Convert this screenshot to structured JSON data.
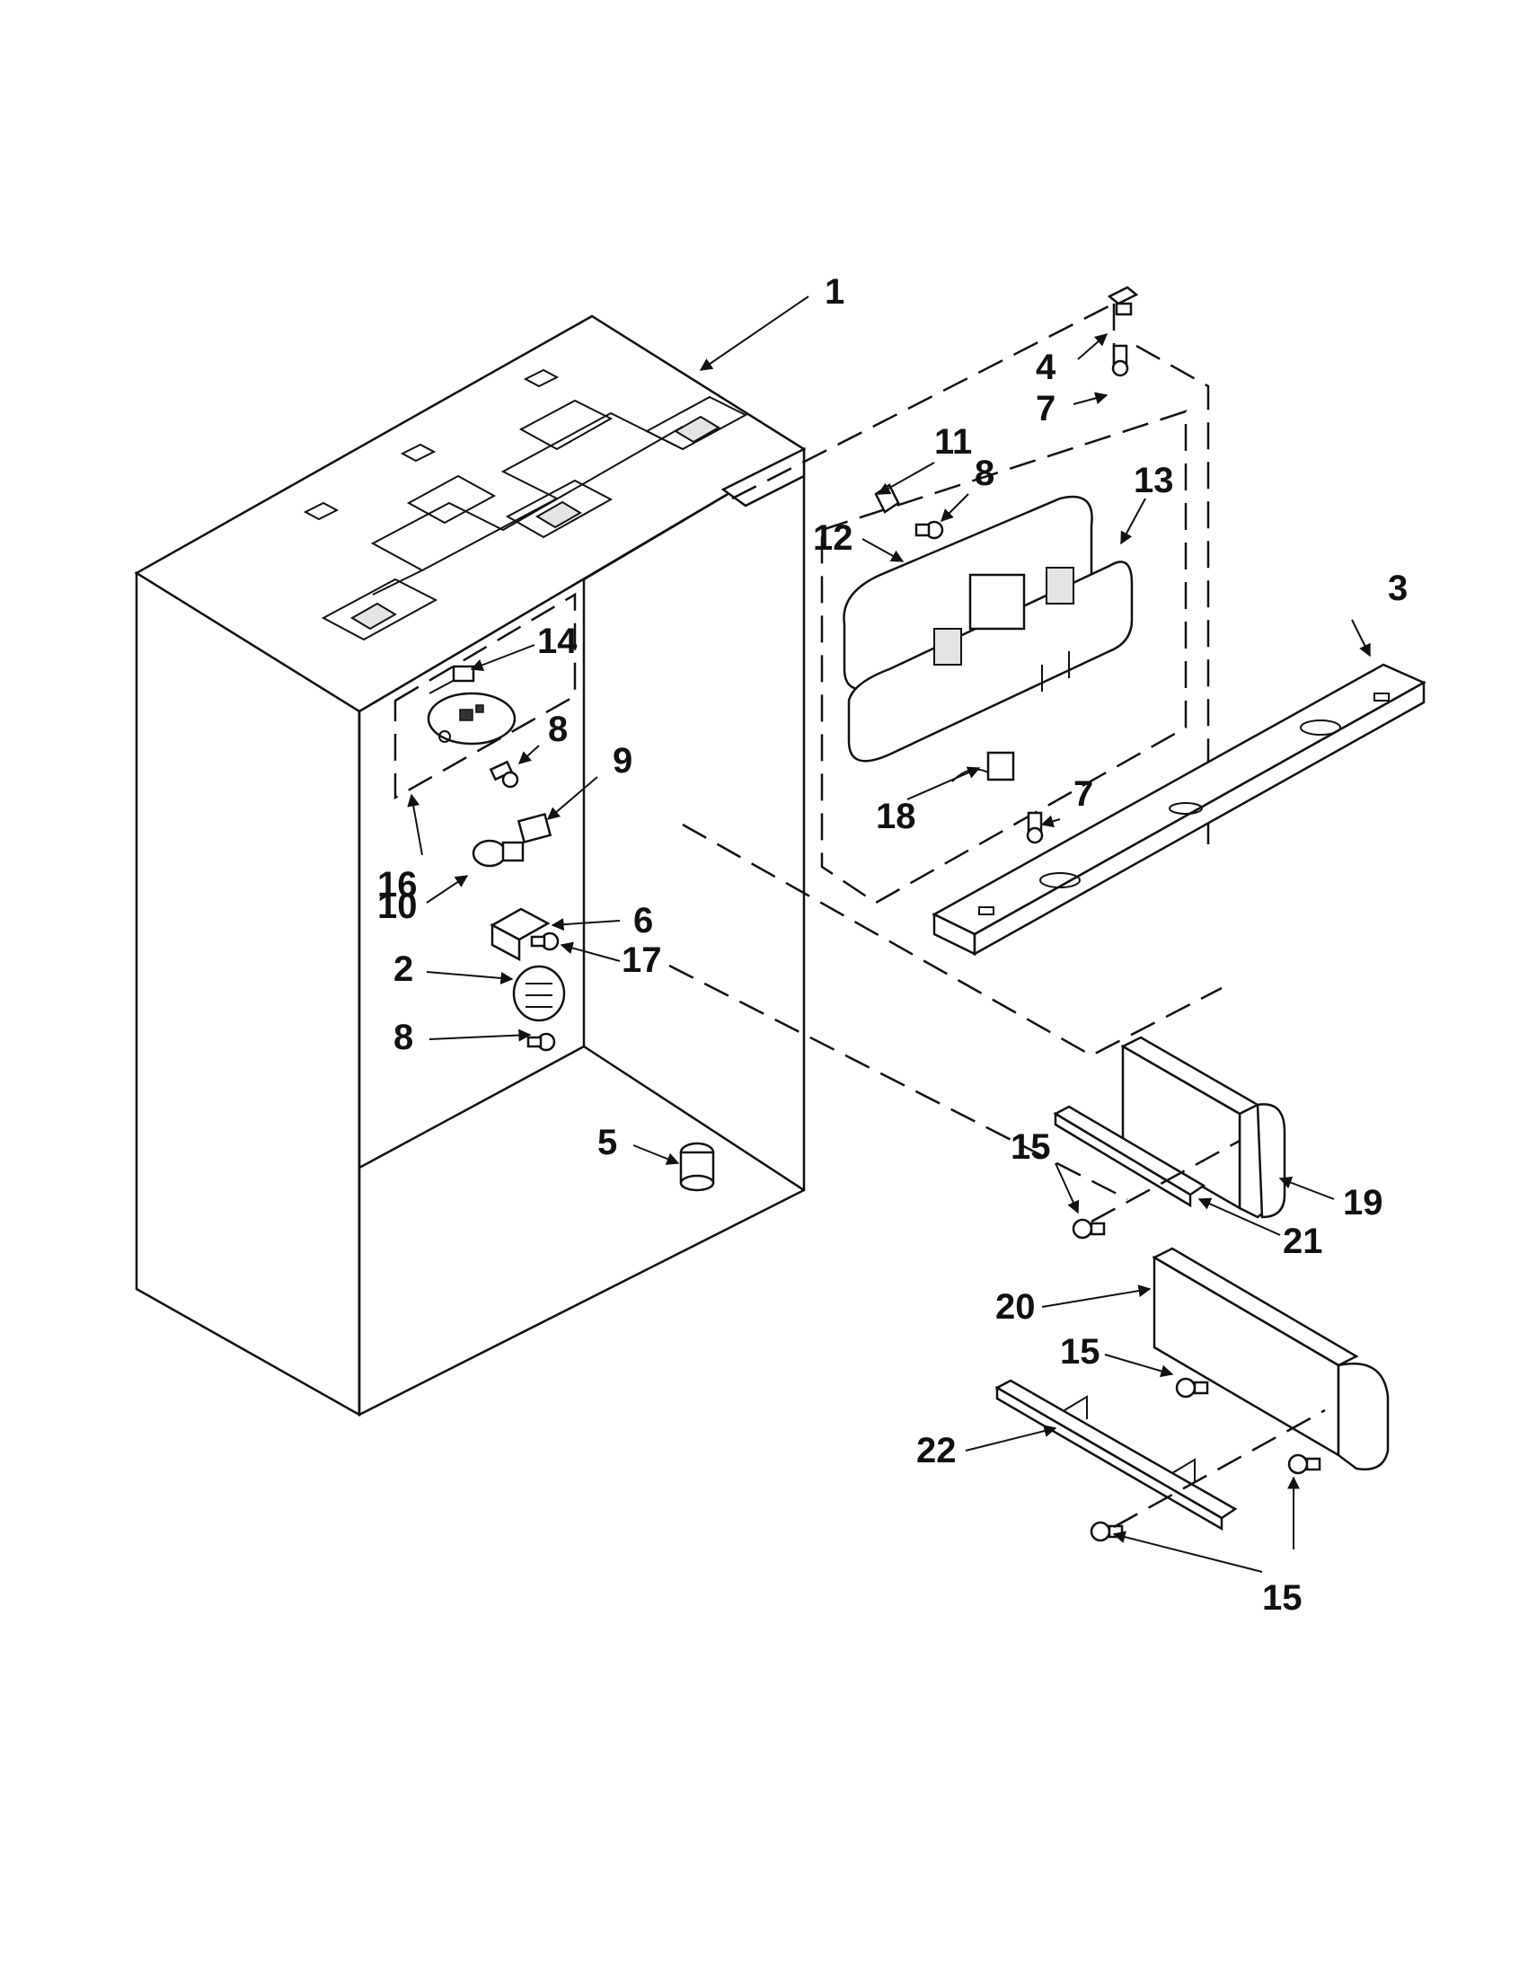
{
  "callouts": [
    {
      "id": "c1",
      "label": "1"
    },
    {
      "id": "c2",
      "label": "2"
    },
    {
      "id": "c3",
      "label": "3"
    },
    {
      "id": "c4",
      "label": "4"
    },
    {
      "id": "c5",
      "label": "5"
    },
    {
      "id": "c6",
      "label": "6"
    },
    {
      "id": "c7a",
      "label": "7"
    },
    {
      "id": "c7b",
      "label": "7"
    },
    {
      "id": "c8a",
      "label": "8"
    },
    {
      "id": "c8b",
      "label": "8"
    },
    {
      "id": "c8c",
      "label": "8"
    },
    {
      "id": "c9",
      "label": "9"
    },
    {
      "id": "c10",
      "label": "10"
    },
    {
      "id": "c11",
      "label": "11"
    },
    {
      "id": "c12",
      "label": "12"
    },
    {
      "id": "c13",
      "label": "13"
    },
    {
      "id": "c14",
      "label": "14"
    },
    {
      "id": "c15a",
      "label": "15"
    },
    {
      "id": "c15b",
      "label": "15"
    },
    {
      "id": "c15c",
      "label": "15"
    },
    {
      "id": "c16",
      "label": "16"
    },
    {
      "id": "c17",
      "label": "17"
    },
    {
      "id": "c18",
      "label": "18"
    },
    {
      "id": "c19",
      "label": "19"
    },
    {
      "id": "c20",
      "label": "20"
    },
    {
      "id": "c21",
      "label": "21"
    },
    {
      "id": "c22",
      "label": "22"
    }
  ]
}
